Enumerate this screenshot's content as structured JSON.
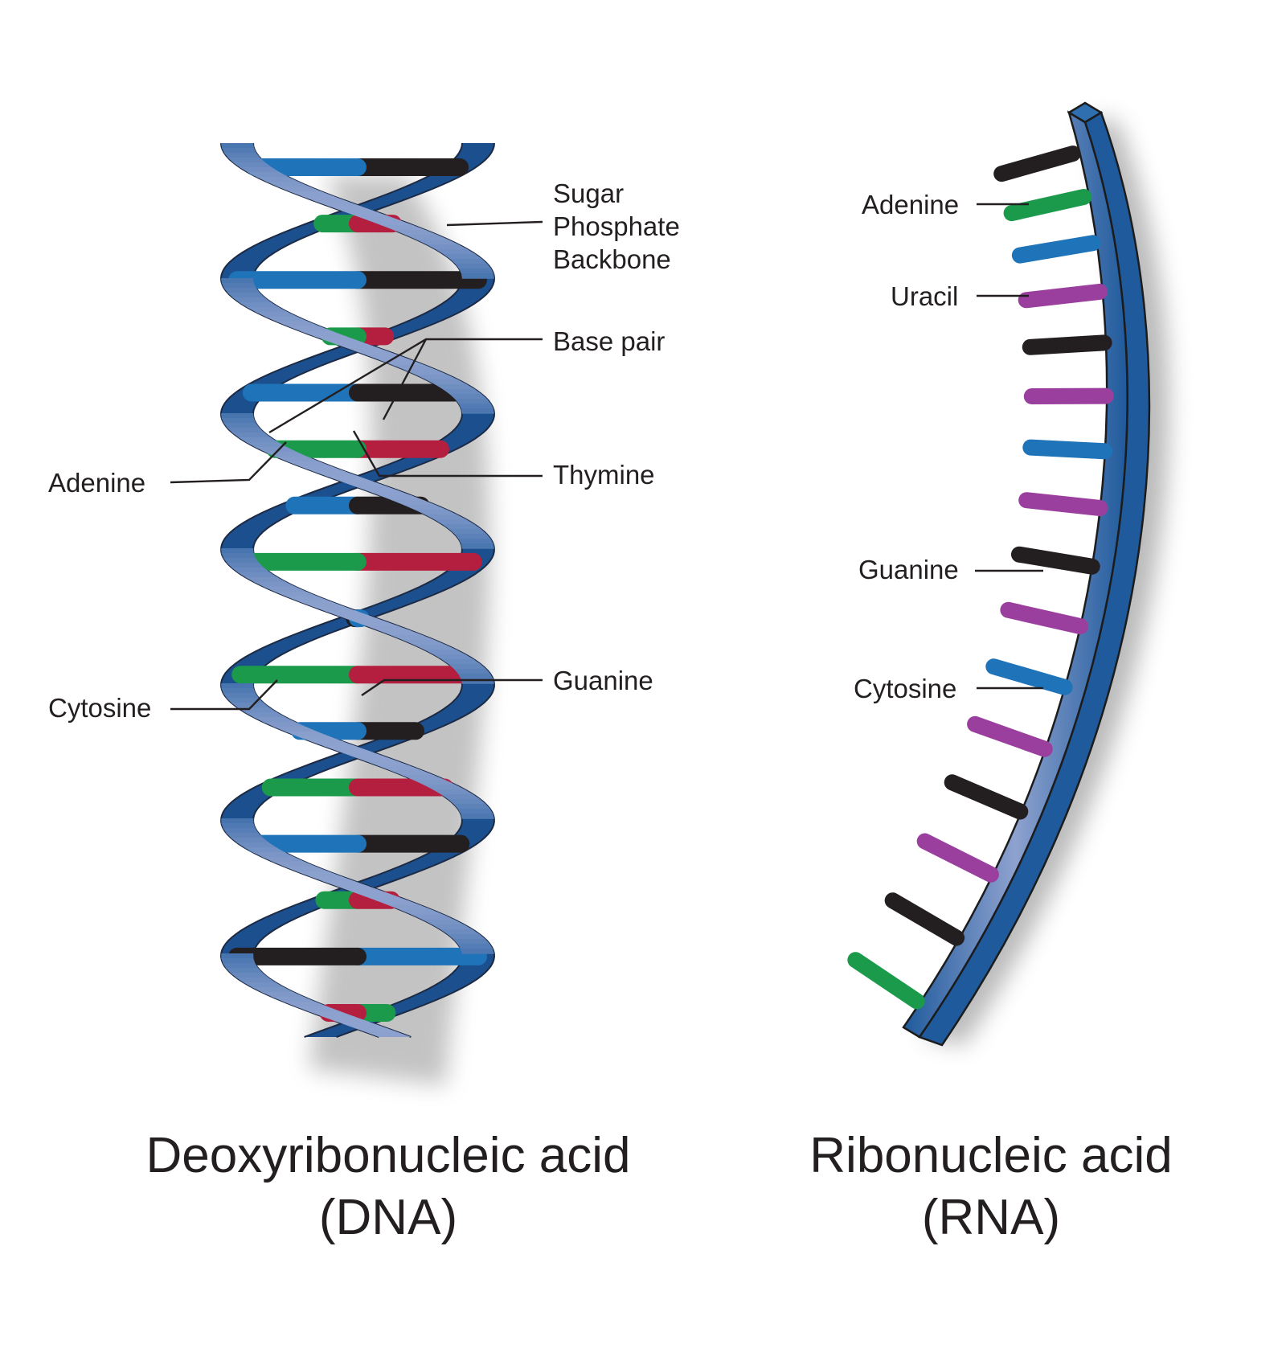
{
  "colors": {
    "backbone_dark": "#1f5a9c",
    "backbone_light": "#8ea2cf",
    "adenine": "#1a9a4a",
    "thymine": "#b51f3f",
    "guanine": "#231f20",
    "cytosine": "#1f73b8",
    "uracil": "#9b3f9e",
    "text": "#231f20"
  },
  "dna": {
    "labels": {
      "backbone": [
        "Sugar",
        "Phosphate",
        "Backbone"
      ],
      "base_pair": "Base pair",
      "thymine": "Thymine",
      "adenine": "Adenine",
      "cytosine": "Cytosine",
      "guanine": "Guanine"
    },
    "caption": [
      "Deoxyribonucleic acid",
      "(DNA)"
    ],
    "rungs": [
      [
        "C",
        "G"
      ],
      [
        "T",
        "A"
      ],
      [
        "G",
        "C"
      ],
      [
        "T",
        "A"
      ],
      [
        "C",
        "G"
      ],
      [
        "A",
        "T"
      ],
      [
        "G",
        "C"
      ],
      [
        "T",
        "A"
      ],
      [
        "G",
        "C"
      ],
      [
        "A",
        "T"
      ],
      [
        "C",
        "G"
      ],
      [
        "T",
        "A"
      ],
      [
        "G",
        "C"
      ],
      [
        "A",
        "T"
      ],
      [
        "G",
        "C"
      ],
      [
        "T",
        "A"
      ]
    ]
  },
  "rna": {
    "labels": {
      "adenine": "Adenine",
      "uracil": "Uracil",
      "guanine": "Guanine",
      "cytosine": "Cytosine"
    },
    "caption": [
      "Ribonucleic acid",
      "(RNA)"
    ],
    "bases": [
      "G",
      "A",
      "C",
      "U",
      "G",
      "U",
      "C",
      "U",
      "G",
      "U",
      "C",
      "U",
      "G",
      "U",
      "G",
      "A"
    ]
  }
}
